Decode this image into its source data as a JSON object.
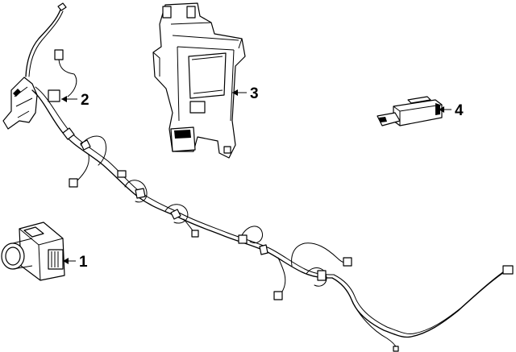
{
  "callouts": [
    {
      "id": "1",
      "label": "1",
      "part": "sensor"
    },
    {
      "id": "2",
      "label": "2",
      "part": "wiring-harness"
    },
    {
      "id": "3",
      "label": "3",
      "part": "bracket"
    },
    {
      "id": "4",
      "label": "4",
      "part": "module"
    }
  ]
}
